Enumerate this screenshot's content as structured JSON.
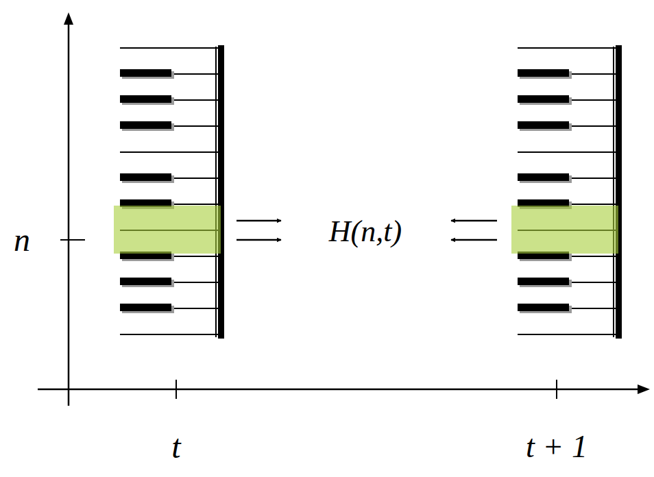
{
  "diagram": {
    "labels": [
      "n",
      "H(n,t)",
      "t",
      "t + 1"
    ]
  }
}
